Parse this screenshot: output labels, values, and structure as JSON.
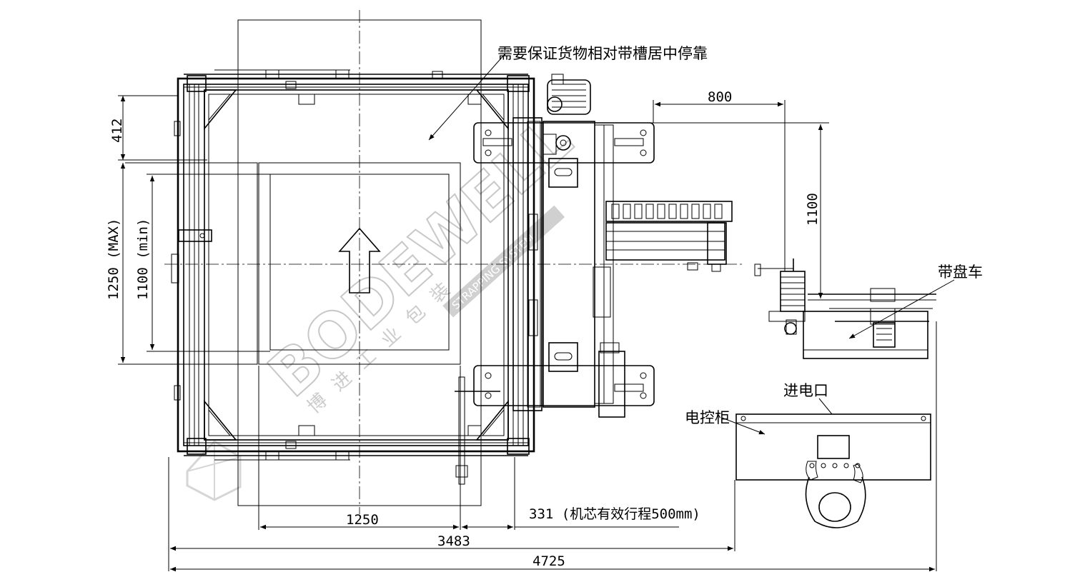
{
  "watermark": {
    "brand": "BODEWELL",
    "chinese": "博 进 工 业 包 装"
  },
  "annotations": {
    "cargo_note": "需要保证货物相对带槽居中停靠",
    "reel_cart": "带盘车",
    "power_inlet": "进电口",
    "control_cabinet": "电控柜"
  },
  "dimensions": {
    "d412": "412",
    "d1250_max": "1250 (MAX)",
    "d1100_min": "1100 (min)",
    "d800": "800",
    "d1100": "1100",
    "d1250": "1250",
    "d331": "331 (机芯有效行程500mm)",
    "d3483": "3483",
    "d4725": "4725"
  }
}
